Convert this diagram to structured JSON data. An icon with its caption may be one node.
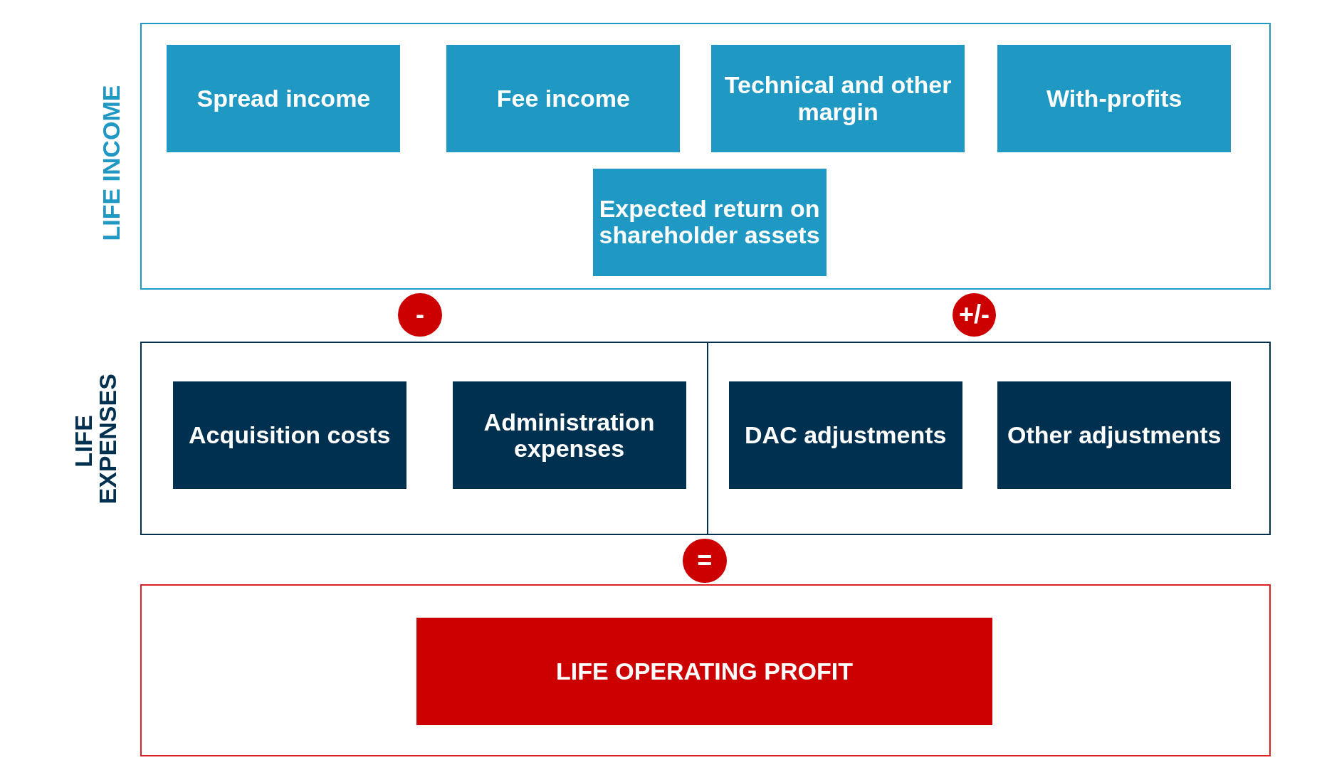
{
  "diagram": {
    "nodes": [
      {
        "text": [
          "LIFE INCOME"
        ]
      },
      {
        "text": [
          "Spread income"
        ],
        "in": 0
      },
      {
        "text": [
          "Fee income"
        ],
        "in": 0
      },
      {
        "text": [
          "Technical and other margin"
        ],
        "in": 0
      },
      {
        "text": [
          "With-profits"
        ],
        "in": 0
      },
      {
        "text": [
          "Expected return on shareholder assets"
        ],
        "in": 0
      },
      {
        "text": [
          "-"
        ]
      },
      {
        "text": [
          "+/-"
        ]
      },
      {
        "text": [
          "LIFE EXPENSES"
        ]
      },
      {
        "text": [
          "Acquisition costs"
        ],
        "in": 8
      },
      {
        "text": [
          "Administration expenses"
        ],
        "in": 8
      },
      {
        "text": [
          "DAC adjustments"
        ],
        "in": 8
      },
      {
        "text": [
          "Other adjustments"
        ],
        "in": 8
      },
      {
        "text": [
          "="
        ]
      },
      {
        "text": [],
        "shape": "box"
      },
      {
        "text": [
          "LIFE OPERATING PROFIT"
        ],
        "in": 14
      }
    ],
    "edges": []
  }
}
